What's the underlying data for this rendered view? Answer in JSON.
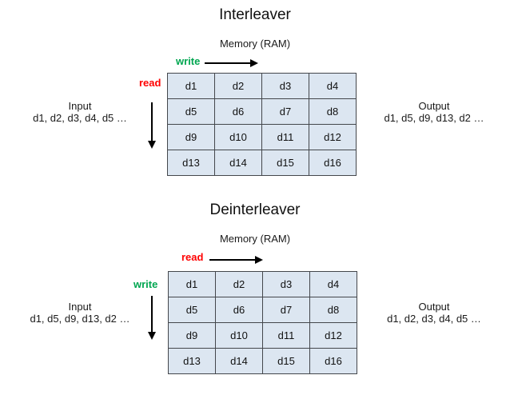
{
  "diagram": {
    "background_color": "#ffffff",
    "cell_fill_color": "#dce6f1",
    "cell_border_color": "#44474c",
    "write_color": "#00a650",
    "read_color": "#ff0000",
    "arrow_color": "#000000"
  },
  "sections": [
    {
      "id": "interleaver",
      "title": "Interleaver",
      "memory_label": "Memory (RAM)",
      "horizontal_op": "write",
      "vertical_op": "read",
      "input": {
        "title": "Input",
        "sequence": "d1, d2, d3, d4, d5 …"
      },
      "output": {
        "title": "Output",
        "sequence": "d1, d5, d9, d13, d2 …"
      },
      "grid": {
        "rows": 4,
        "cols": 4,
        "cells": [
          [
            "d1",
            "d2",
            "d3",
            "d4"
          ],
          [
            "d5",
            "d6",
            "d7",
            "d8"
          ],
          [
            "d9",
            "d10",
            "d11",
            "d12"
          ],
          [
            "d13",
            "d14",
            "d15",
            "d16"
          ]
        ]
      }
    },
    {
      "id": "deinterleaver",
      "title": "Deinterleaver",
      "memory_label": "Memory (RAM)",
      "horizontal_op": "read",
      "vertical_op": "write",
      "input": {
        "title": "Input",
        "sequence": "d1, d5, d9, d13, d2 …"
      },
      "output": {
        "title": "Output",
        "sequence": "d1, d2, d3, d4, d5 …"
      },
      "grid": {
        "rows": 4,
        "cols": 4,
        "cells": [
          [
            "d1",
            "d2",
            "d3",
            "d4"
          ],
          [
            "d5",
            "d6",
            "d7",
            "d8"
          ],
          [
            "d9",
            "d10",
            "d11",
            "d12"
          ],
          [
            "d13",
            "d14",
            "d15",
            "d16"
          ]
        ]
      }
    }
  ]
}
